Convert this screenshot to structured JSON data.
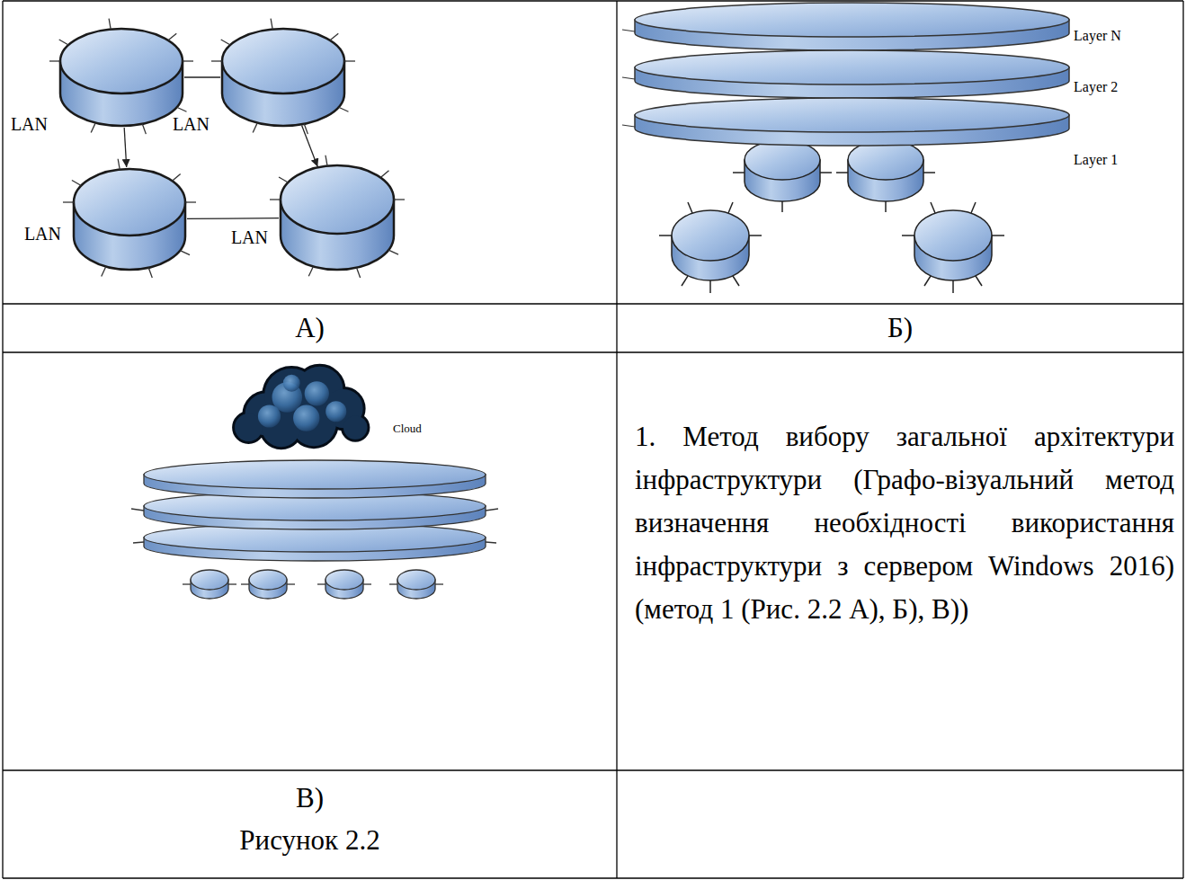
{
  "diagram": {
    "caption": "Рисунок 2.2",
    "nodes": [
      {
        "text": [
          "LAN"
        ]
      },
      {
        "text": [
          "LAN"
        ]
      },
      {
        "text": [
          "LAN"
        ]
      },
      {
        "text": [
          "LAN"
        ]
      },
      {
        "text": [
          "Layer N"
        ]
      },
      {
        "text": [
          "Layer 2"
        ]
      },
      {
        "text": [
          "Layer 1"
        ]
      },
      {
        "text": [
          "Cloud"
        ]
      }
    ],
    "edges": [
      {
        "from": 0,
        "to": 1,
        "arrow": "none"
      },
      {
        "from": 0,
        "to": 2,
        "arrow": "to"
      },
      {
        "from": 1,
        "to": 3,
        "arrow": "to"
      },
      {
        "from": 2,
        "to": 3,
        "arrow": "none"
      }
    ],
    "labels": [
      "А)",
      "Б)",
      "1. Метод вибору загальної архітектури інфраструктури (Графо-візуальний метод визначення необхідності використання інфраструктури з сервером Windows 2016) (метод 1 (Рис. 2.2 А), Б), В))",
      "В)"
    ]
  }
}
